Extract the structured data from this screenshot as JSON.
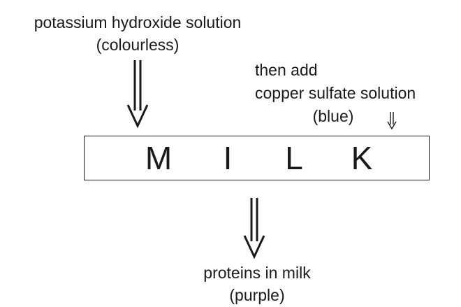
{
  "reagent1": {
    "name": "potassium hydroxide solution",
    "colour": "(colourless)"
  },
  "reagent2": {
    "then": "then add",
    "name": "copper sulfate solution",
    "colour": "(blue)"
  },
  "milk": {
    "letters": [
      "M",
      "I",
      "L",
      "K"
    ]
  },
  "result": {
    "name": "proteins in milk",
    "colour": "(purple)"
  },
  "colors": {
    "ink": "#1a1a1a",
    "background": "#ffffff"
  },
  "icons": [
    "double-down-arrow-icon",
    "double-down-arrow-icon",
    "double-down-arrow-icon"
  ]
}
